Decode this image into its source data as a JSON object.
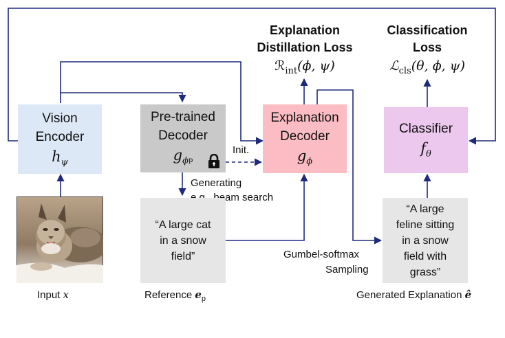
{
  "vision_encoder": {
    "title_line1": "Vision",
    "title_line2": "Encoder",
    "symbol": "h",
    "symbol_sub": "ψ"
  },
  "pretrained_decoder": {
    "title_line1": "Pre-trained",
    "title_line2": "Decoder",
    "symbol": "g",
    "symbol_sub": "ϕ",
    "symbol_subsub": "p"
  },
  "explanation_decoder": {
    "title_line1": "Explanation",
    "title_line2": "Decoder",
    "symbol": "g",
    "symbol_sub": "ϕ"
  },
  "classifier": {
    "title": "Classifier",
    "symbol": "f",
    "symbol_sub": "θ"
  },
  "distillation_loss": {
    "title_line1": "Explanation",
    "title_line2": "Distillation Loss",
    "symbol_main": "ℛ",
    "symbol_sub": "int",
    "symbol_args": "(ϕ, ψ)"
  },
  "classification_loss": {
    "title_line1": "Classification",
    "title_line2": "Loss",
    "symbol_main": "ℒ",
    "symbol_sub": "cls",
    "symbol_args": "(θ, ϕ, ψ)"
  },
  "labels": {
    "init": "Init.",
    "generating_line1": "Generating",
    "generating_line2": "e.g., beam search",
    "gumbel_line1": "Gumbel-softmax",
    "gumbel_line2": "Sampling",
    "input_text": "Input ",
    "input_var": "x",
    "reference_text": "Reference ",
    "reference_var": "e",
    "reference_sub": "p",
    "generated_text": "Generated Explanation ",
    "generated_var": "ê"
  },
  "reference_caption": {
    "line1": "“A large cat",
    "line2": "in a snow",
    "line3": "field”"
  },
  "generated_caption": {
    "line1": "“A large",
    "line2": "feline sitting",
    "line3": "in a snow",
    "line4": "field with",
    "line5": "grass”"
  },
  "icons": {
    "lock": "lock-icon",
    "input_image": "lynx-photo"
  },
  "colors": {
    "arrow": "#1f2a7a",
    "vision_encoder_fill": "#dce8f6",
    "pretrained_decoder_fill": "#c9c9c9",
    "explanation_decoder_fill": "#fbbcc3",
    "classifier_fill": "#ecc7ee",
    "caption_fill": "#e6e6e6"
  }
}
